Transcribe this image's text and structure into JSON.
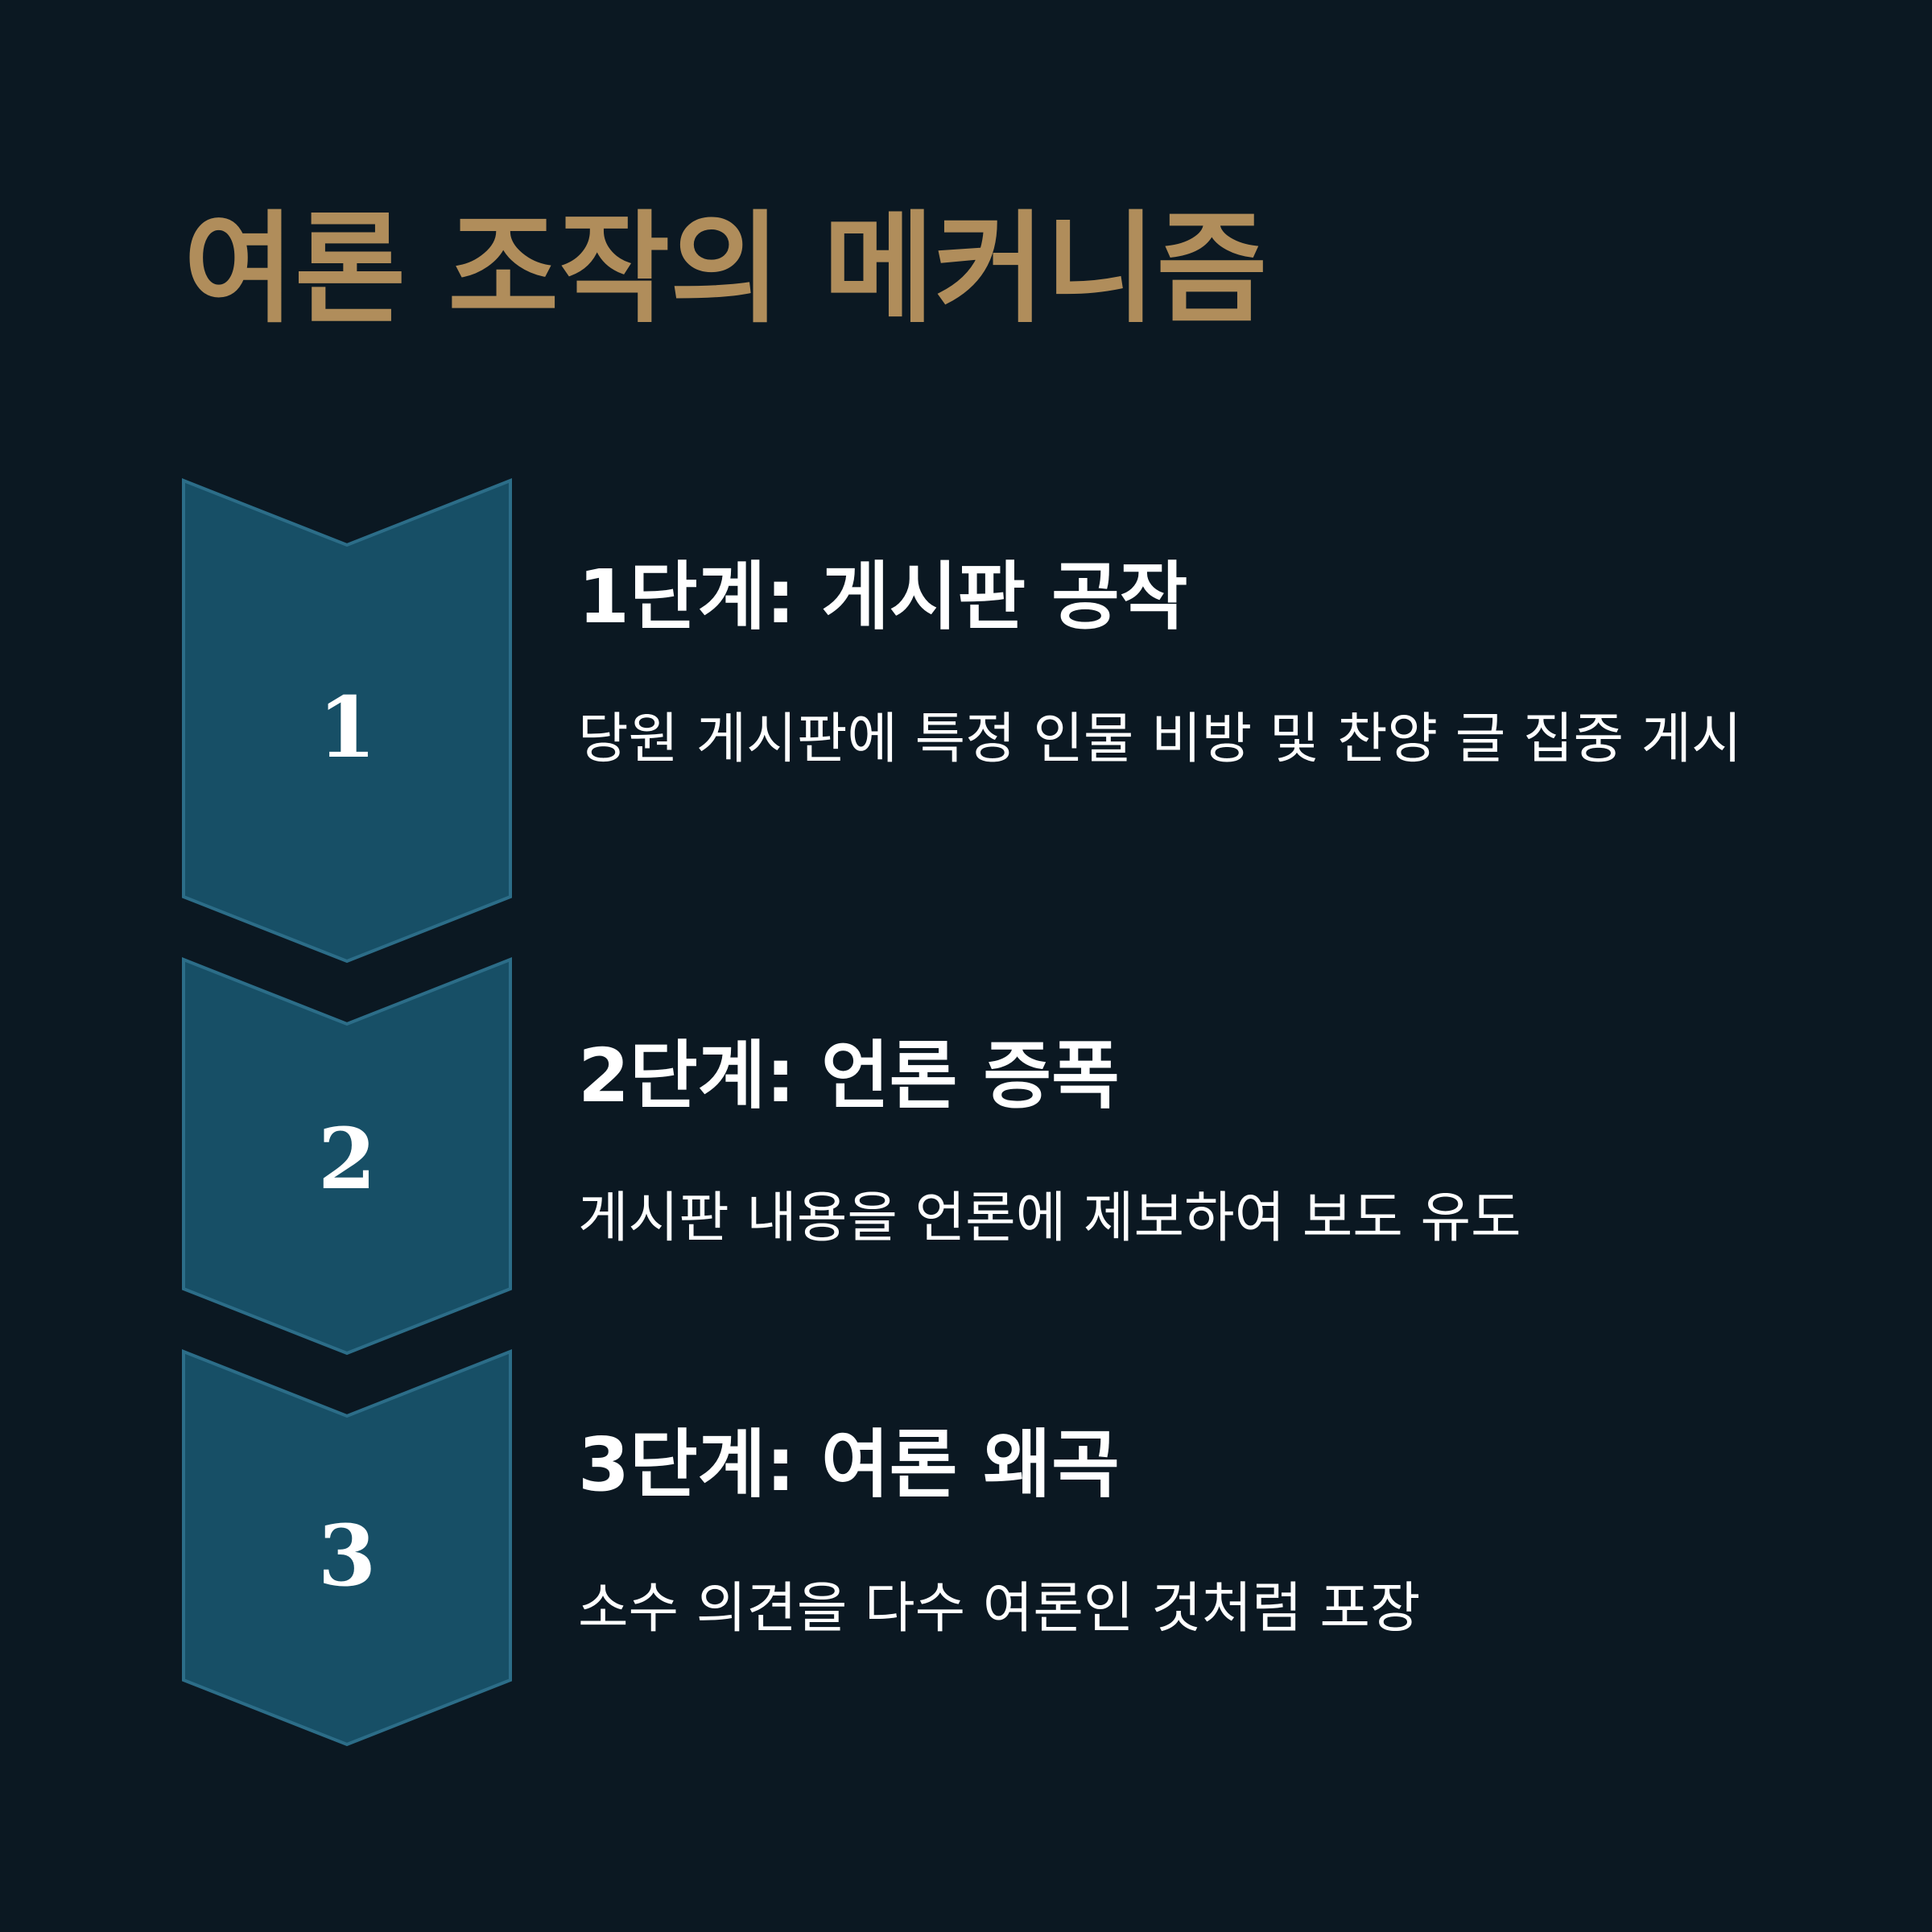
{
  "title": "여론 조작의 메커니즘",
  "colors": {
    "background": "#0b1822",
    "title": "#b08d5b",
    "chevron_fill": "#174f66",
    "chevron_stroke": "#2c6d88",
    "text": "#ffffff"
  },
  "steps": [
    {
      "number": "1",
      "title": "1단계: 게시판 공작",
      "description": "당원 게시판에 특정 인물 비방 및 찬양 글 집중 게시"
    },
    {
      "number": "2",
      "title": "2단계: 언론 증폭",
      "description": "게시판 내용을 언론에 제보하여 보도 유도"
    },
    {
      "number": "3",
      "title": "3단계: 여론 왜곡",
      "description": "소수 의견을 다수 여론인 것처럼 포장"
    }
  ]
}
